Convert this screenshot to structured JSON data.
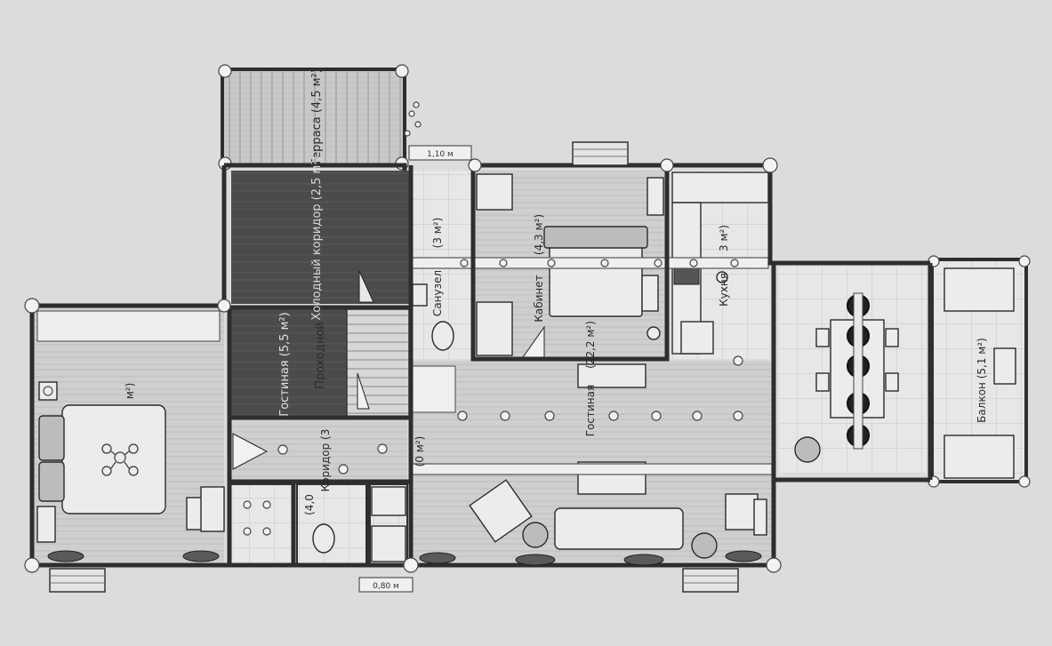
{
  "rooms": {
    "terrace": "Терраса (4,5 м²)",
    "cold_hall": "Холодный коридор (2,5 м²)",
    "living_upper": "Гостиная (5,5 м²)",
    "passage": "Проходной",
    "bedroom": "м²)",
    "corridor": "Коридор (3",
    "cabinet": "Кабинет",
    "cabinet_area": "(4,3 м²)",
    "kitchen": "Кухня",
    "kitchen_area": "3 м²)",
    "guest": "Гостиная",
    "guest_area": "(22,2 м²)",
    "balcony": "Балкон (5,1 м²)",
    "bath_small": "(3 м²)",
    "bath_small_label": "Санузел",
    "wc_area": "(4,0",
    "hall_area": "(0 м²)"
  },
  "dimensions": {
    "porch_top": "1,10 м",
    "porch_bottom": "0,80 м"
  },
  "colors": {
    "background": "#dcdcdc",
    "floor_light": "#d2d2d2",
    "floor_dark": "#4a4a4a",
    "tile": "#e6e6e6",
    "wall": "#2e2e2e"
  }
}
